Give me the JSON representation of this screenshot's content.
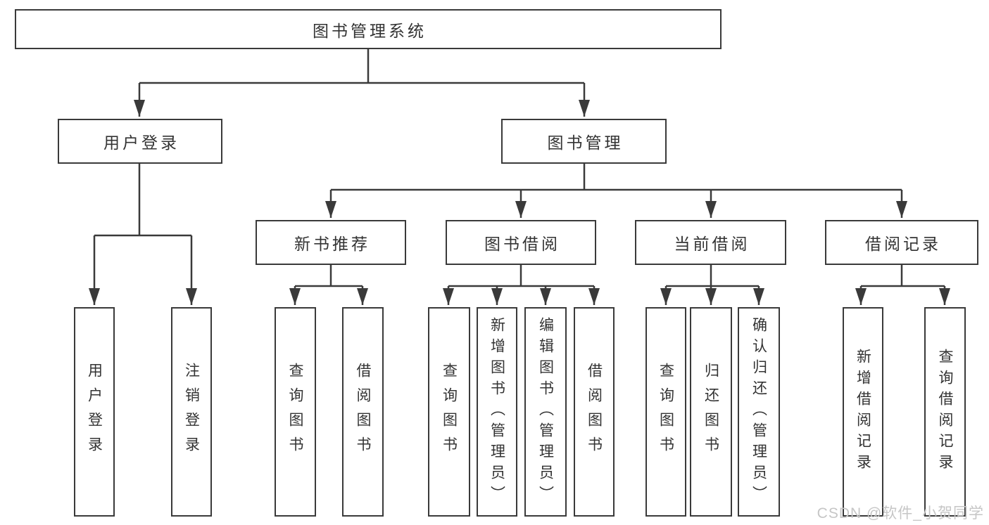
{
  "tree": {
    "label": "图书管理系统",
    "children": [
      {
        "label": "用户登录",
        "children": [
          {
            "label": "用户登录"
          },
          {
            "label": "注销登录"
          }
        ]
      },
      {
        "label": "图书管理",
        "children": [
          {
            "label": "新书推荐",
            "children": [
              {
                "label": "查询图书"
              },
              {
                "label": "借阅图书"
              }
            ]
          },
          {
            "label": "图书借阅",
            "children": [
              {
                "label": "查询图书"
              },
              {
                "label": "新增图书（管理员）"
              },
              {
                "label": "编辑图书（管理员）"
              },
              {
                "label": "借阅图书"
              }
            ]
          },
          {
            "label": "当前借阅",
            "children": [
              {
                "label": "查询图书"
              },
              {
                "label": "归还图书"
              },
              {
                "label": "确认归还（管理员）"
              }
            ]
          },
          {
            "label": "借阅记录",
            "children": [
              {
                "label": "新增借阅记录"
              },
              {
                "label": "查询借阅记录"
              }
            ]
          }
        ]
      }
    ]
  },
  "watermark": {
    "text": "CSDN @软件_小贺同学"
  },
  "colors": {
    "line": "#3a3a3a",
    "text": "#333333",
    "watermark": "#c6c6c6",
    "background": "#ffffff"
  }
}
